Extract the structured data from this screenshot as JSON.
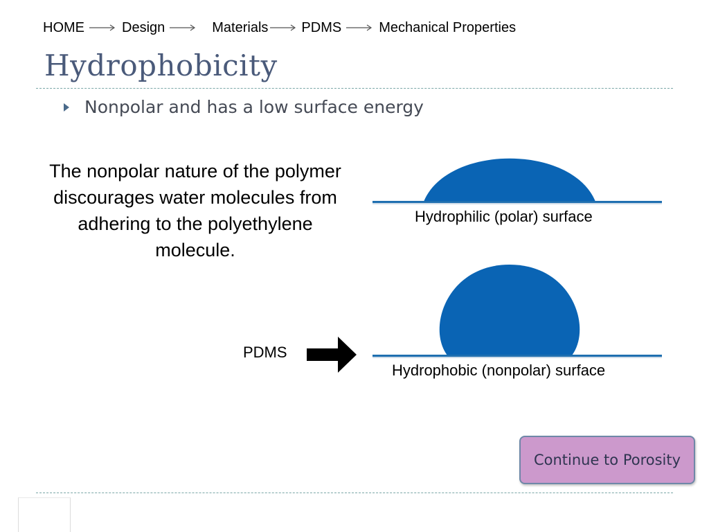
{
  "breadcrumb": {
    "items": [
      "HOME",
      "Design",
      "Materials",
      "PDMS",
      "Mechanical Properties"
    ]
  },
  "slide": {
    "title": "Hydrophobicity",
    "bullet": "Nonpolar and has a low surface energy",
    "paragraph": "The nonpolar nature of the polymer discourages water molecules from adhering to the polyethylene molecule."
  },
  "diagrams": {
    "hydrophilic_caption": "Hydrophilic (polar) surface",
    "hydrophobic_caption": "Hydrophobic (nonpolar) surface",
    "droplet_color": "#0a64b4",
    "surface_color": "#1f6fb0"
  },
  "pointer": {
    "label": "PDMS",
    "icon": "right-arrow-icon"
  },
  "actions": {
    "continue_label": "Continue to Porosity",
    "continue_color": "#cc99cc"
  },
  "theme": {
    "title_color": "#4a5a7a",
    "rule_color": "#7aa7a7"
  }
}
